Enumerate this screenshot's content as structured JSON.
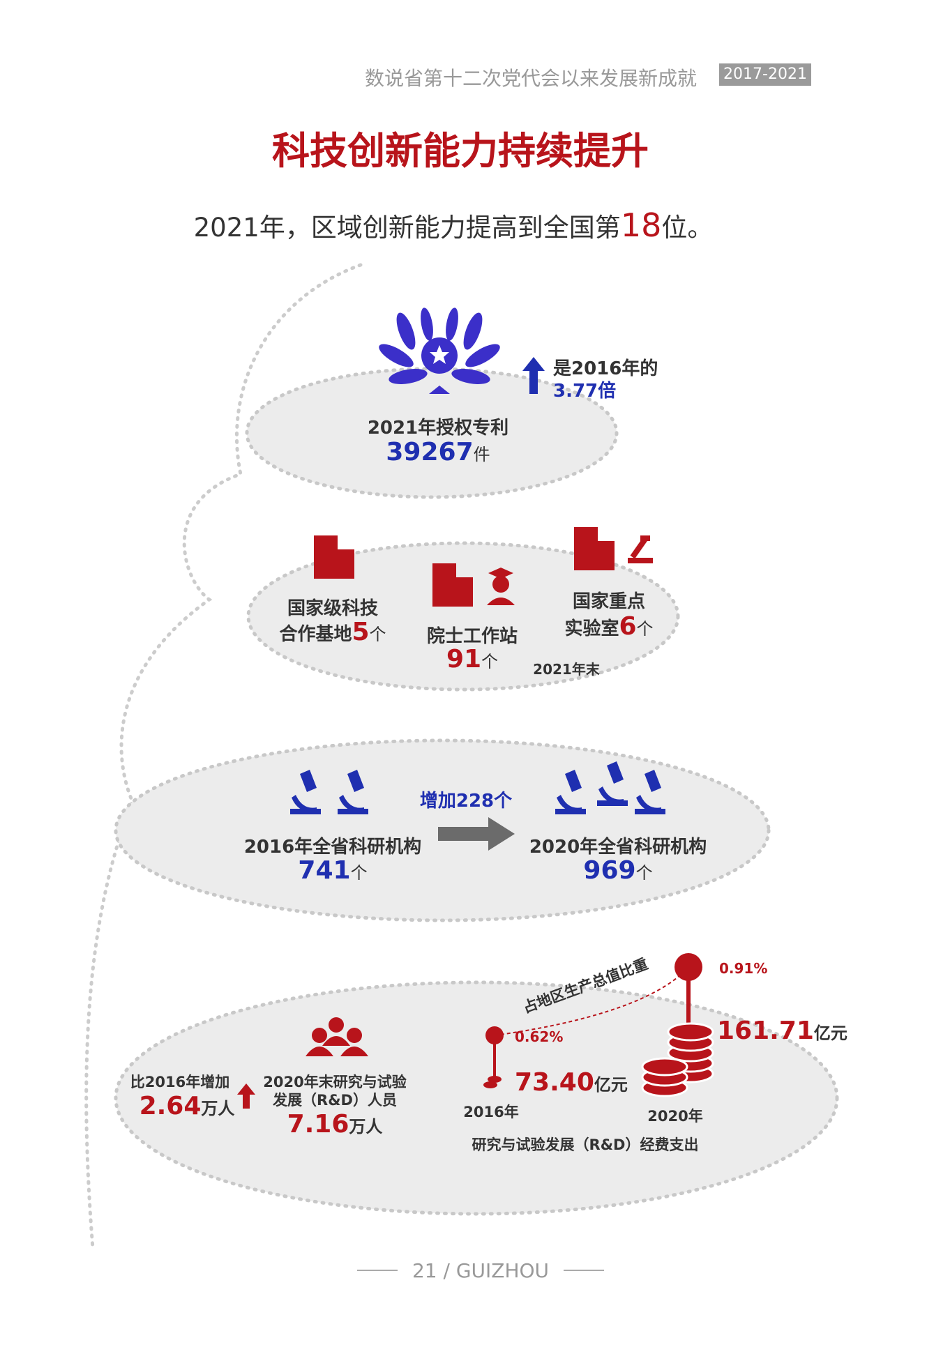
{
  "header": {
    "series_title": "数说省第十二次党代会以来发展新成就",
    "year_badge": "2017-2021"
  },
  "title": "科技创新能力持续提升",
  "subtitle": {
    "prefix": "2021年，区域创新能力提高到全国第",
    "rank": "18",
    "suffix": "位。"
  },
  "patents": {
    "label": "2021年授权专利",
    "value": "39267",
    "unit": "件",
    "compare_label": "是2016年的",
    "multiple": "3.77倍"
  },
  "bases": {
    "coop_label_1": "国家级科技",
    "coop_label_2": "合作基地",
    "coop_value": "5",
    "coop_unit": "个",
    "academician_label": "院士工作站",
    "academician_value": "91",
    "academician_unit": "个",
    "lab_label_1": "国家重点",
    "lab_label_2": "实验室",
    "lab_value": "6",
    "lab_unit": "个",
    "note": "2021年末"
  },
  "institutes": {
    "increase": "增加228个",
    "y2016_label": "2016年全省科研机构",
    "y2016_value": "741",
    "y2020_label": "2020年全省科研机构",
    "y2020_value": "969",
    "unit": "个"
  },
  "rd_staff": {
    "increase_label": "比2016年增加",
    "increase_value": "2.64",
    "unit": "万人",
    "label_1": "2020年末研究与试验",
    "label_2": "发展（R&D）人员",
    "value": "7.16"
  },
  "rd_spend": {
    "ratio_label": "占地区生产总值比重",
    "y2016_ratio": "0.62%",
    "y2016_value": "73.40",
    "y2016_year": "2016年",
    "y2020_ratio": "0.91%",
    "y2020_value": "161.71",
    "y2020_year": "2020年",
    "unit": "亿元",
    "caption": "研究与试验发展（R&D）经费支出"
  },
  "footer": {
    "page": "21 / GUIZHOU"
  },
  "colors": {
    "red": "#b8141b",
    "blue": "#1f2fb0",
    "gray_badge": "#9a9a9a"
  }
}
